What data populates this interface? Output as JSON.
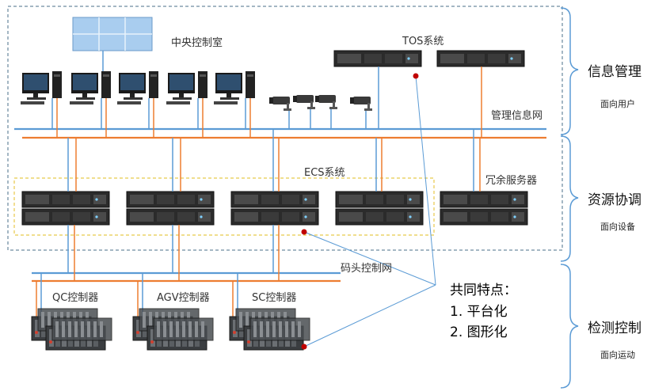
{
  "labels": {
    "central_control_room": "中央控制室",
    "tos_system": "TOS系统",
    "mgmt_network": "管理信息网",
    "ecs_system": "ECS系统",
    "redundant_server": "冗余服务器",
    "terminal_network": "码头控制网",
    "qc_controller": "QC控制器",
    "agv_controller": "AGV控制器",
    "sc_controller": "SC控制器"
  },
  "layers": [
    {
      "title": "信息管理",
      "subtitle": "面向用户"
    },
    {
      "title": "资源协调",
      "subtitle": "面向设备"
    },
    {
      "title": "检测控制",
      "subtitle": "面向运动"
    }
  ],
  "features": {
    "heading": "共同特点：",
    "items": [
      "1.  平台化",
      "2.  图形化"
    ]
  },
  "colors": {
    "blue_line": "#5b9bd5",
    "orange_line": "#ed7d31",
    "dashed_box": "#4a6f8a",
    "ecs_box": "#e8c94a",
    "callout": "#5b9bd5",
    "marker": "#c00000"
  },
  "icons": [
    "video-wall-icon",
    "computer-icon",
    "cctv-camera-icon",
    "rack-server-icon",
    "plc-controller-icon"
  ]
}
